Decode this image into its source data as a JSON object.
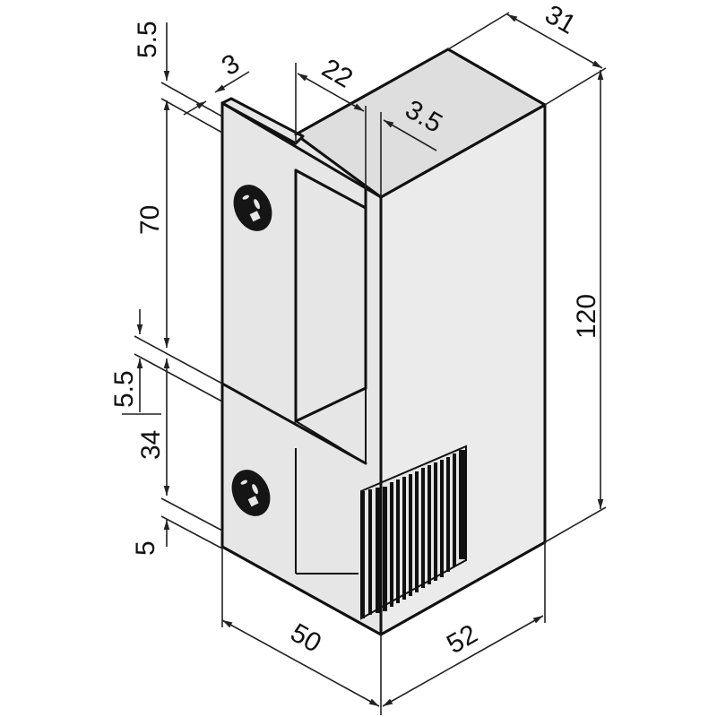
{
  "drawing": {
    "subject": "electric door strike dimension drawing",
    "colors": {
      "background": "#ffffff",
      "body_fill": "#e6e6e6",
      "line": "#111111"
    }
  },
  "dimensions": {
    "top_offset": "5.5",
    "faceplate_thickness": "3",
    "slot_width": "22",
    "slot_offset": "3.5",
    "depth_top": "31",
    "upper_height": "70",
    "middle_gap": "5.5",
    "lower_height": "34",
    "bottom_offset": "5",
    "total_height": "120",
    "faceplate_width": "50",
    "body_width": "52"
  },
  "features": {
    "screw_holes": 2,
    "vent_grille": "vertical slatted latch keeper"
  }
}
